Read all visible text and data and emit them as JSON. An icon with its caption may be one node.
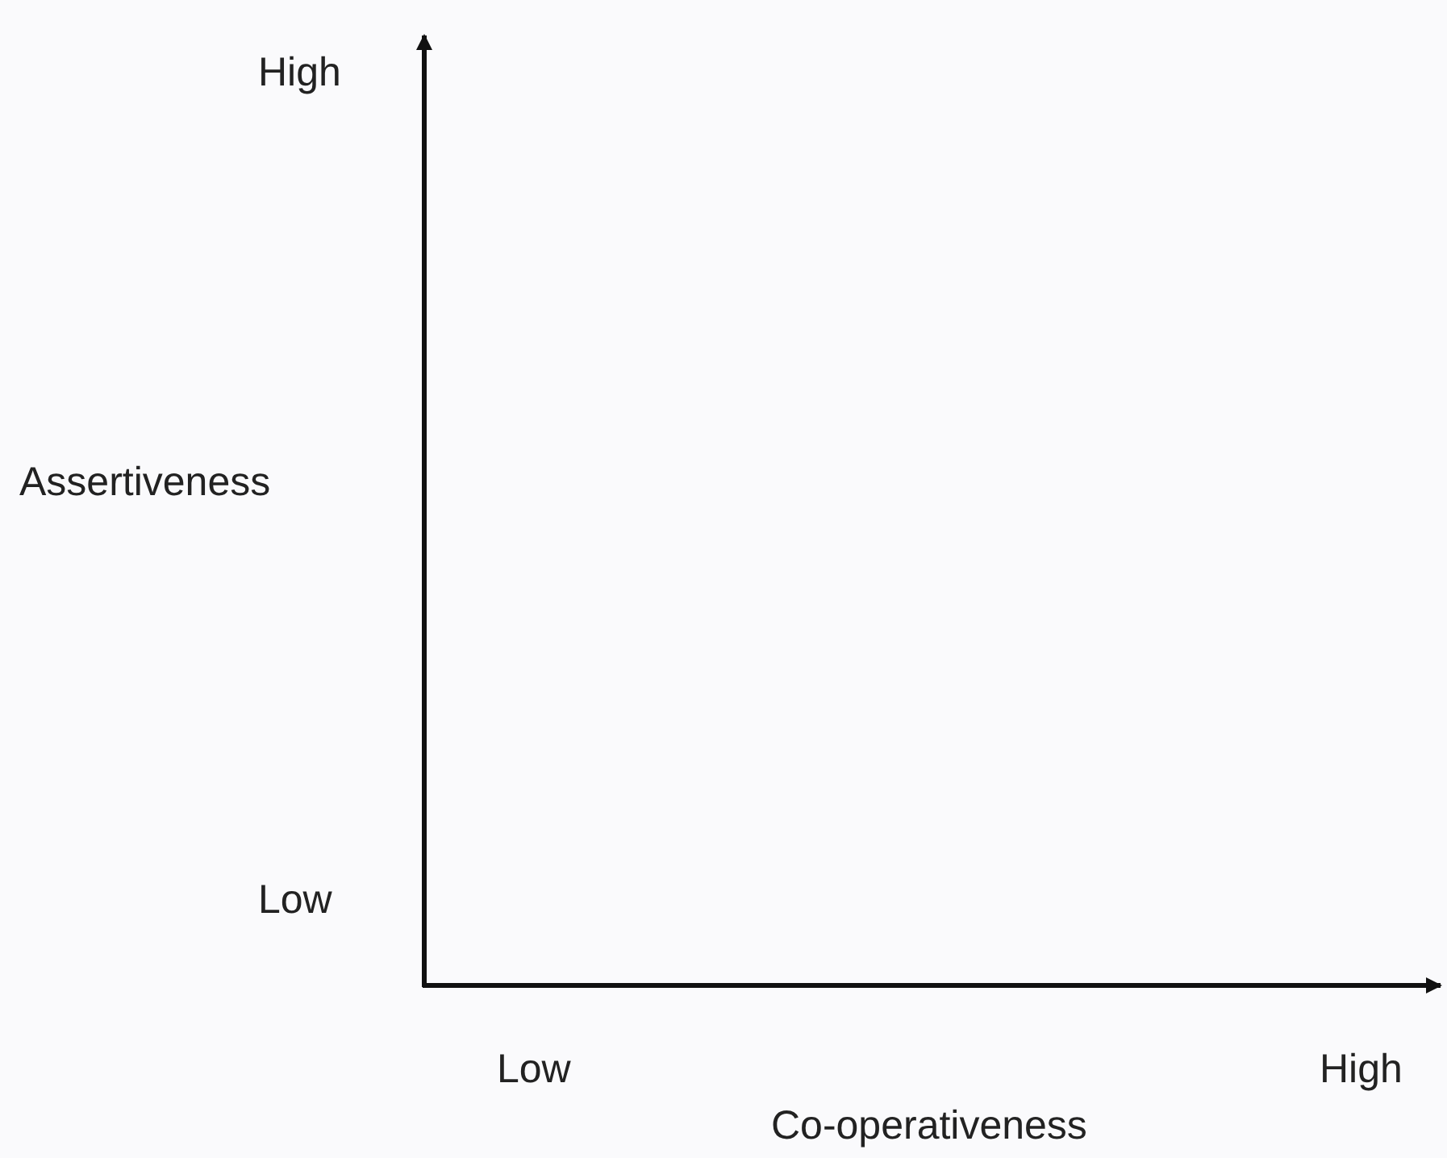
{
  "diagram": {
    "labels": [
      "High",
      "Assertiveness",
      "Low",
      "Low",
      "High",
      "Co-operativeness"
    ]
  }
}
